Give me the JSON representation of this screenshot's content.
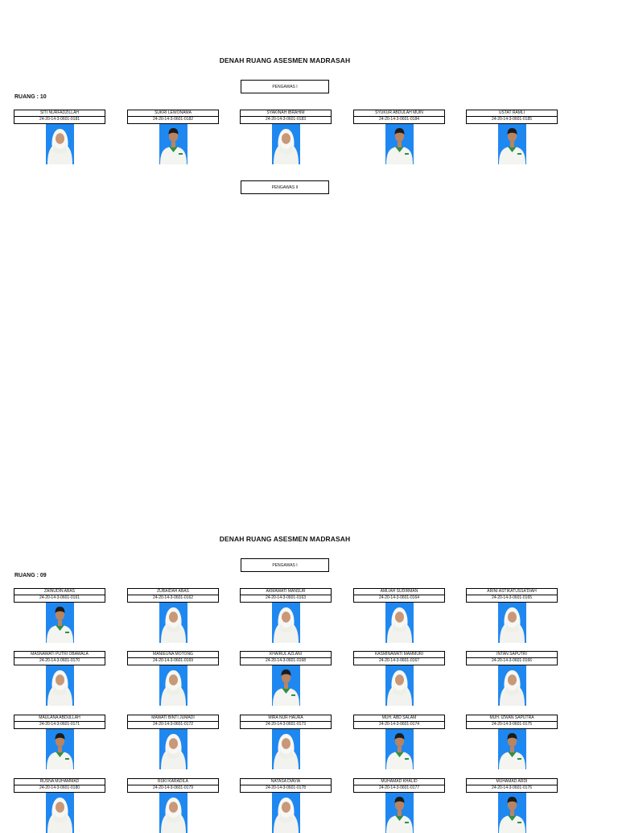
{
  "sections": [
    {
      "title": "DENAH RUANG ASESMEN MADRASAH",
      "supervisor1": "PENGAWAS I",
      "supervisor2": "PENGAWAS II",
      "room": "RUANG : 10",
      "rows": [
        [
          {
            "name": "SITI NURFADZILLAH",
            "code": "24-20-14-3-0601-0181",
            "photo": "female"
          },
          {
            "name": "SUKRI LEWONAMA",
            "code": "24-20-14-3-0601-0182",
            "photo": "male"
          },
          {
            "name": "SYAKINAH IBRAHIM",
            "code": "24-20-14-3-0601-0183",
            "photo": "female"
          },
          {
            "name": "SYUKUR ABDULAH MUIN",
            "code": "24-20-14-3-0601-0184",
            "photo": "male"
          },
          {
            "name": "USTAT RAMLI",
            "code": "24-20-14-3-0601-0185",
            "photo": "male"
          }
        ]
      ]
    },
    {
      "title": "DENAH RUANG ASESMEN MADRASAH",
      "supervisor1": "PENGAWAS I",
      "room": "RUANG : 09",
      "rows": [
        [
          {
            "name": "ZAINUDIN ABAS",
            "code": "24-20-14-3-0601-0161",
            "photo": "male"
          },
          {
            "name": "ZUBAIDAH ABAS",
            "code": "24-20-14-3-0601-0162",
            "photo": "female"
          },
          {
            "name": "AKMAWATI MANSUR",
            "code": "24-20-14-3-0601-0163",
            "photo": "female"
          },
          {
            "name": "AMLIAH SUDIRMAN",
            "code": "24-20-14-3-0601-0164",
            "photo": "female"
          },
          {
            "name": "ARINI ASTIKATUSSA'DIAH",
            "code": "24-20-14-3-0601-0165",
            "photo": "female"
          }
        ],
        [
          {
            "name": "MASNAWATI PUTRI OBAWALA",
            "code": "24-20-14-3-0601-0170",
            "photo": "female"
          },
          {
            "name": "MANIEUNA MOTONG",
            "code": "24-20-14-3-0601-0169",
            "photo": "female"
          },
          {
            "name": "KHAIRUL AZLANI",
            "code": "24-20-14-3-0601-0168",
            "photo": "male"
          },
          {
            "name": "KASMINAWATI MAMMURI",
            "code": "24-20-14-3-0601-0167",
            "photo": "female"
          },
          {
            "name": "INTAN SAPUTRI",
            "code": "24-20-14-3-0601-0166",
            "photo": "female"
          }
        ],
        [
          {
            "name": "MAULANA ABDULLAH",
            "code": "24-20-14-3-0601-0171",
            "photo": "male"
          },
          {
            "name": "MAWATI BINTI JUMADI",
            "code": "24-20-14-3-0601-0172",
            "photo": "female"
          },
          {
            "name": "MIRA NUR HAURA",
            "code": "24-20-14-3-0601-0173",
            "photo": "female"
          },
          {
            "name": "MUH. ABD SALAM",
            "code": "24-20-14-3-0601-0174",
            "photo": "male"
          },
          {
            "name": "MUH. IZWAN SAPUTRA",
            "code": "24-20-14-3-0601-0175",
            "photo": "male"
          }
        ],
        [
          {
            "name": "RUSNA MUHAMMAD",
            "code": "24-20-14-3-0601-0180",
            "photo": "female"
          },
          {
            "name": "RUKI KARADILA",
            "code": "24-20-14-3-0601-0179",
            "photo": "female"
          },
          {
            "name": "NATASA DIAVIA",
            "code": "24-20-14-3-0601-0178",
            "photo": "female"
          },
          {
            "name": "MUHAMAD KHALID",
            "code": "24-20-14-3-0601-0177",
            "photo": "male"
          },
          {
            "name": "MUHAMAD ARDI",
            "code": "24-20-14-3-0601-0176",
            "photo": "male"
          }
        ]
      ]
    }
  ],
  "colors": {
    "photo_background": "#1f88f0",
    "border": "#000000"
  }
}
